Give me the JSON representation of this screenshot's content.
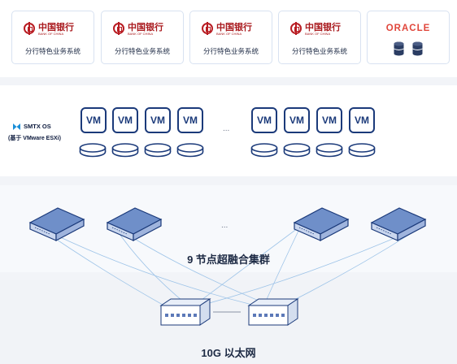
{
  "app_cards": [
    {
      "bank_name": "中国银行",
      "bank_name_en": "BANK OF CHINA",
      "caption": "分行特色业务系统"
    },
    {
      "bank_name": "中国银行",
      "bank_name_en": "BANK OF CHINA",
      "caption": "分行特色业务系统"
    },
    {
      "bank_name": "中国银行",
      "bank_name_en": "BANK OF CHINA",
      "caption": "分行特色业务系统"
    },
    {
      "bank_name": "中国银行",
      "bank_name_en": "BANK OF CHINA",
      "caption": "分行特色业务系统"
    }
  ],
  "oracle": {
    "brand": "ORACLE",
    "icon": "database-icon",
    "color": "#e0463b"
  },
  "virtualization": {
    "os_name": "SMTX OS",
    "os_note": "(基于 VMware ESXi)",
    "vm_label": "VM",
    "ellipsis": "...",
    "vm_count_left": 4,
    "vm_count_right": 4
  },
  "nodes": {
    "caption": "9 节点超融合集群",
    "ellipsis": "...",
    "shown_count": 4
  },
  "network": {
    "caption": "10G 以太网",
    "switch_count": 2
  },
  "colors": {
    "accent": "#1b3a7a",
    "link": "#9ec4e8",
    "brand_red": "#b81c22"
  }
}
